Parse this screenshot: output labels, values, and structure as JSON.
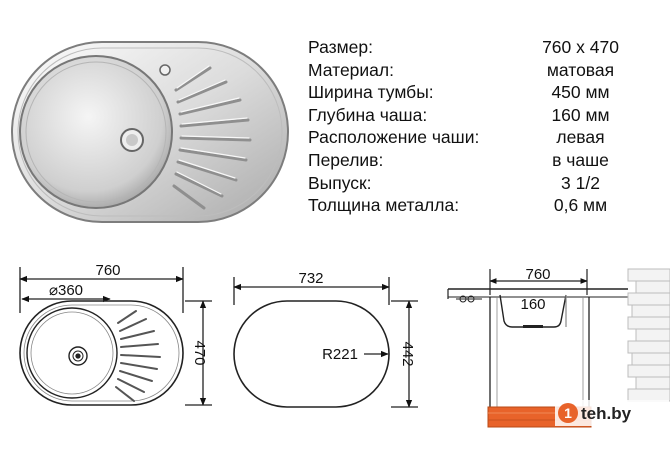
{
  "specs": [
    {
      "label": "Размер:",
      "value": "760 x 470"
    },
    {
      "label": "Материал:",
      "value": "матовая"
    },
    {
      "label": "Ширина тумбы:",
      "value": "450 мм"
    },
    {
      "label": "Глубина чаша:",
      "value": "160 мм"
    },
    {
      "label": "Расположение чаши:",
      "value": "левая"
    },
    {
      "label": "Перелив:",
      "value": "в чаше"
    },
    {
      "label": "Выпуск:",
      "value": "3 1/2"
    },
    {
      "label": "Толщина металла:",
      "value": "0,6 мм"
    }
  ],
  "drawing_top": {
    "width": "760",
    "bowl_diameter": "⌀360",
    "height": "470"
  },
  "drawing_cutout": {
    "width": "732",
    "radius": "R221",
    "height": "442"
  },
  "drawing_side": {
    "width": "760",
    "depth": "160"
  },
  "watermark": {
    "brand": "teh.by",
    "badge": "1"
  },
  "colors": {
    "steel_light": "#f4f4f4",
    "steel_dark": "#9a9a9a",
    "wood": "#e8632a",
    "badge": "#e8632a"
  }
}
